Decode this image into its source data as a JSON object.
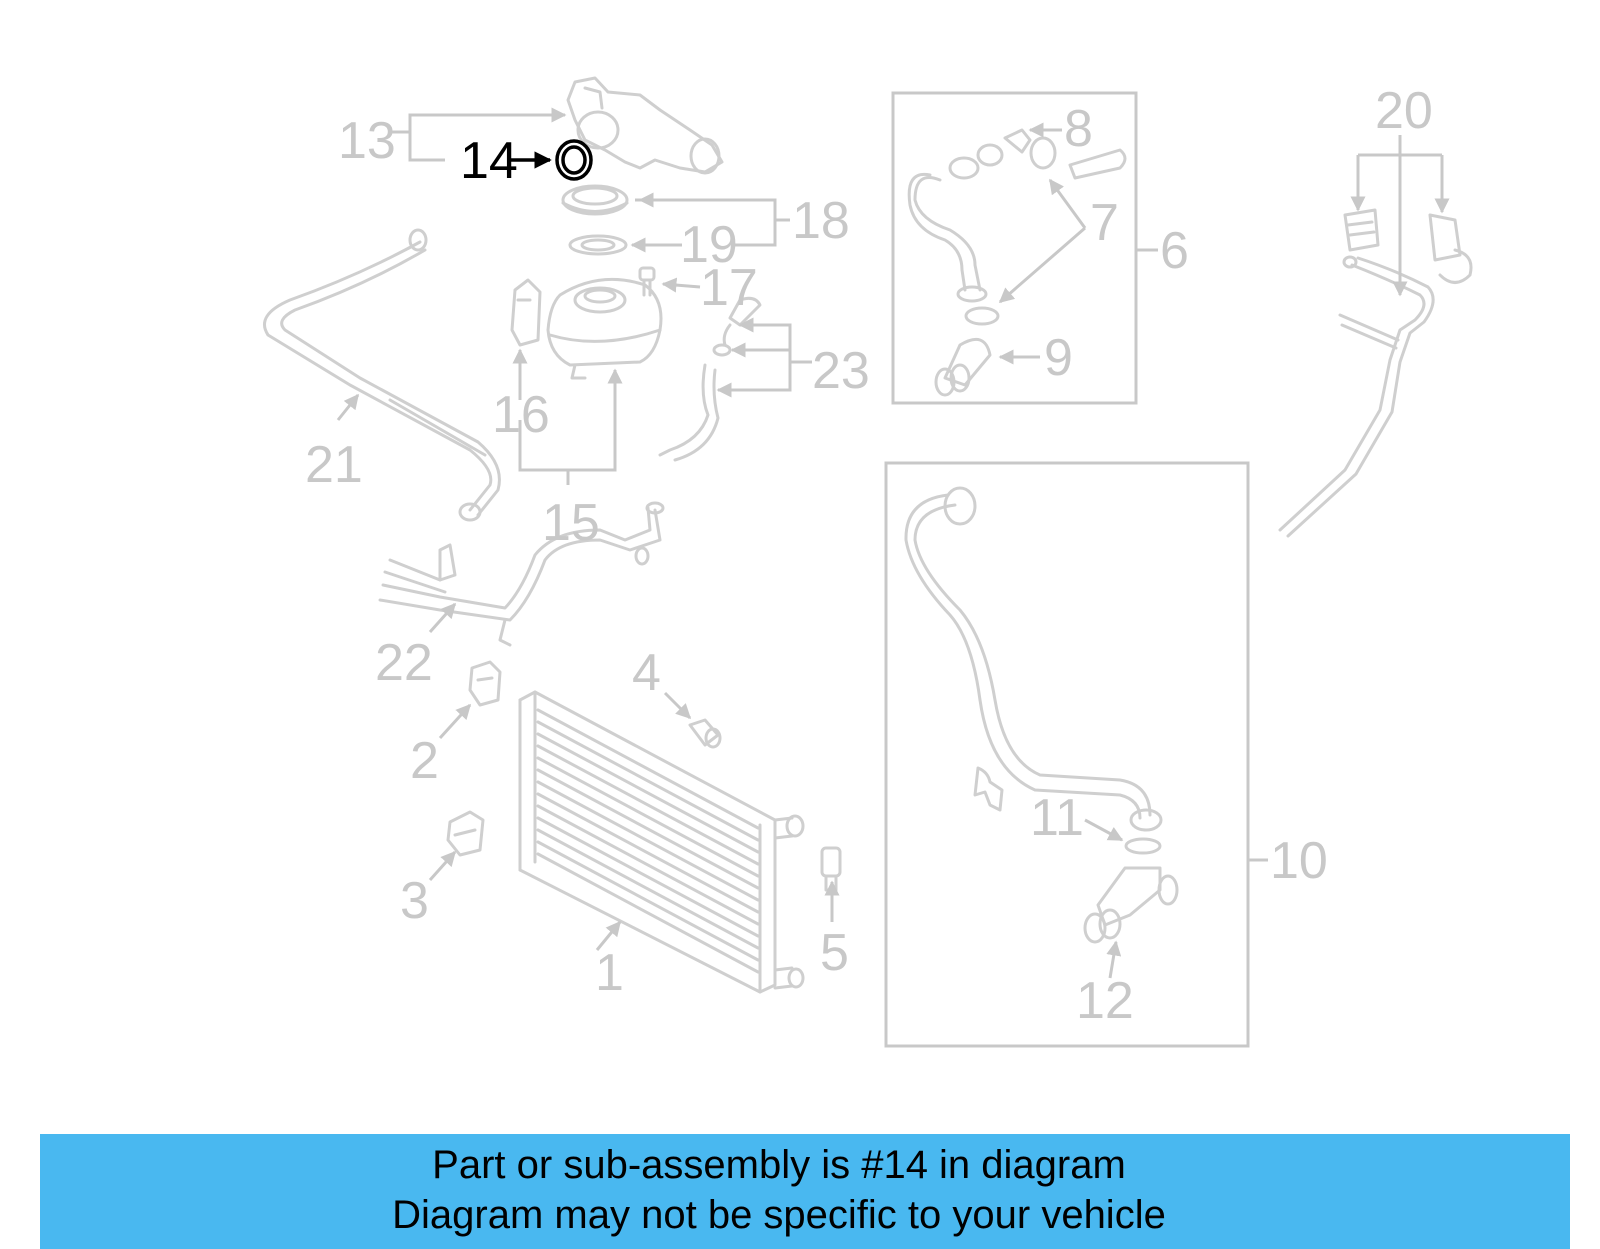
{
  "diagram": {
    "highlighted_part": "14",
    "colors": {
      "part_stroke": "#cfcfcf",
      "highlight": "#000000",
      "banner": "#49b8f0"
    },
    "callouts": {
      "c1": "1",
      "c2": "2",
      "c3": "3",
      "c4": "4",
      "c5": "5",
      "c6": "6",
      "c7": "7",
      "c8": "8",
      "c9": "9",
      "c10": "10",
      "c11": "11",
      "c12": "12",
      "c13": "13",
      "c14": "14",
      "c15": "15",
      "c16": "16",
      "c17": "17",
      "c18": "18",
      "c19": "19",
      "c20": "20",
      "c21": "21",
      "c22": "22",
      "c23": "23"
    }
  },
  "banner": {
    "line1": "Part or sub-assembly is #14 in diagram",
    "line2": "Diagram may not be specific to your vehicle"
  }
}
